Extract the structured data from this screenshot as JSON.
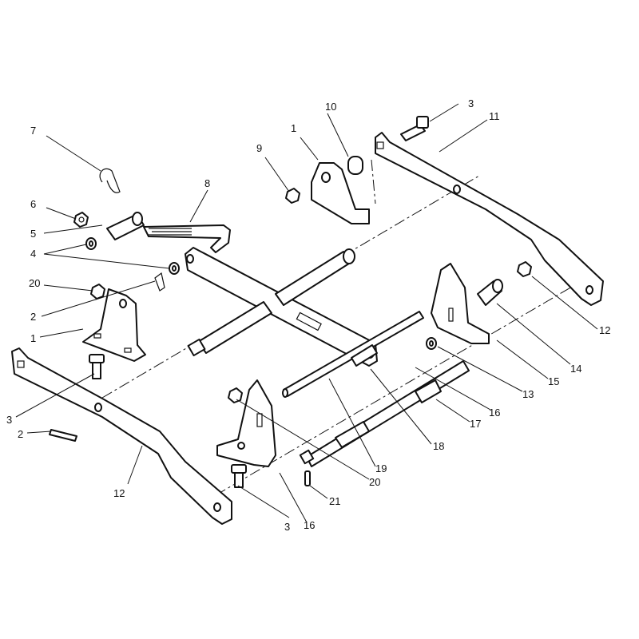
{
  "callout_numbers": {
    "c1a": "1",
    "c1b": "1",
    "c2a": "2",
    "c2b": "2",
    "c3a": "3",
    "c3b": "3",
    "c3c": "3",
    "c4": "4",
    "c5": "5",
    "c6": "6",
    "c7": "7",
    "c8": "8",
    "c9": "9",
    "c10": "10",
    "c11": "11",
    "c12a": "12",
    "c12b": "12",
    "c13": "13",
    "c14": "14",
    "c15": "15",
    "c16a": "16",
    "c16b": "16",
    "c17": "17",
    "c18": "18",
    "c19": "19",
    "c20a": "20",
    "c20b": "20",
    "c21": "21"
  },
  "colors": {
    "ink": "#111111",
    "paper": "#ffffff"
  }
}
